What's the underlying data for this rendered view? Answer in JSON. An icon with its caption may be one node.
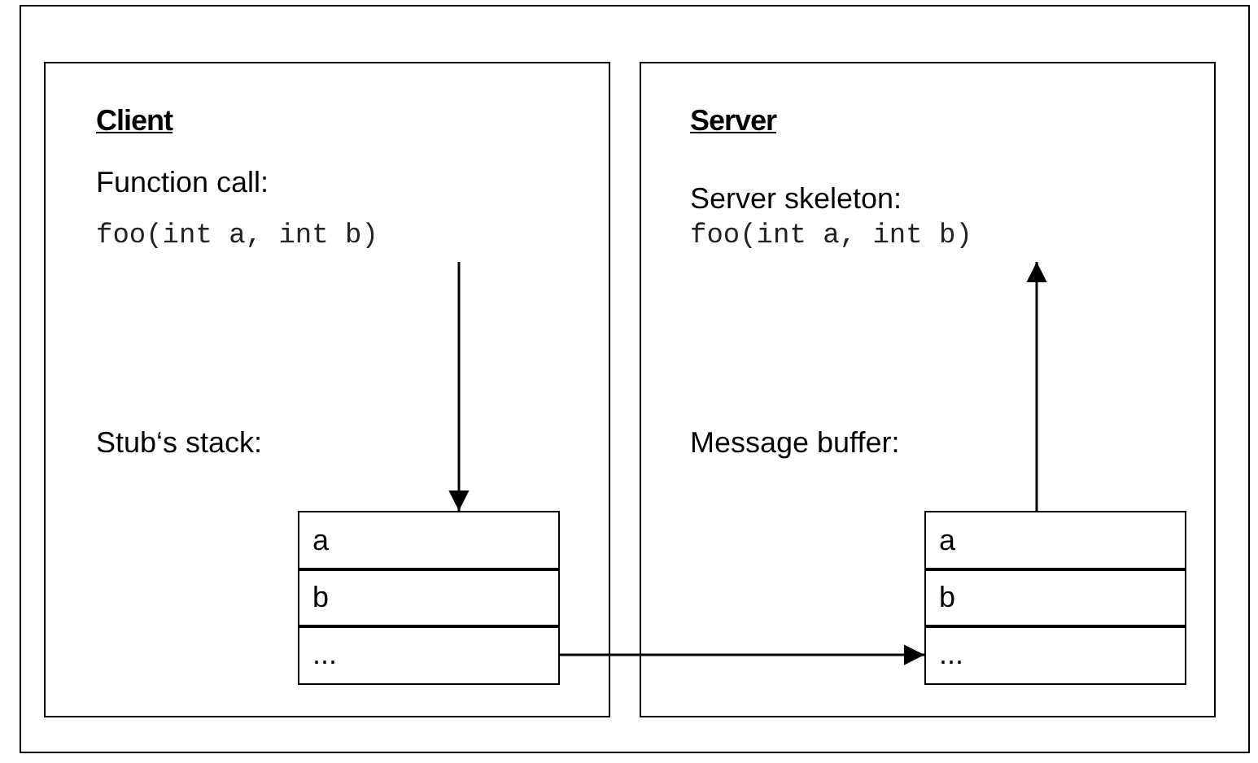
{
  "diagram": {
    "nodes": [
      {
        "text": [
          "Client",
          "Function call:",
          "Stub‘s stack:"
        ]
      },
      {
        "text": [
          "foo(int a, int b)"
        ],
        "in": 0
      },
      {
        "text": [
          "a"
        ],
        "in": 0
      },
      {
        "text": [
          "b"
        ],
        "in": 0
      },
      {
        "text": [
          "..."
        ],
        "in": 0
      },
      {
        "text": [
          "Server",
          "Server skeleton:",
          "Message buffer:"
        ]
      },
      {
        "text": [
          "foo(int a, int b)"
        ],
        "in": 5
      },
      {
        "text": [
          "a"
        ],
        "in": 5
      },
      {
        "text": [
          "b"
        ],
        "in": 5
      },
      {
        "text": [
          "..."
        ],
        "in": 5
      }
    ],
    "edges": [
      {
        "from": 1,
        "to": 2,
        "arrow": "to"
      },
      {
        "from": 4,
        "to": 9,
        "arrow": "to"
      },
      {
        "from": 7,
        "to": 6,
        "arrow": "to"
      }
    ]
  }
}
